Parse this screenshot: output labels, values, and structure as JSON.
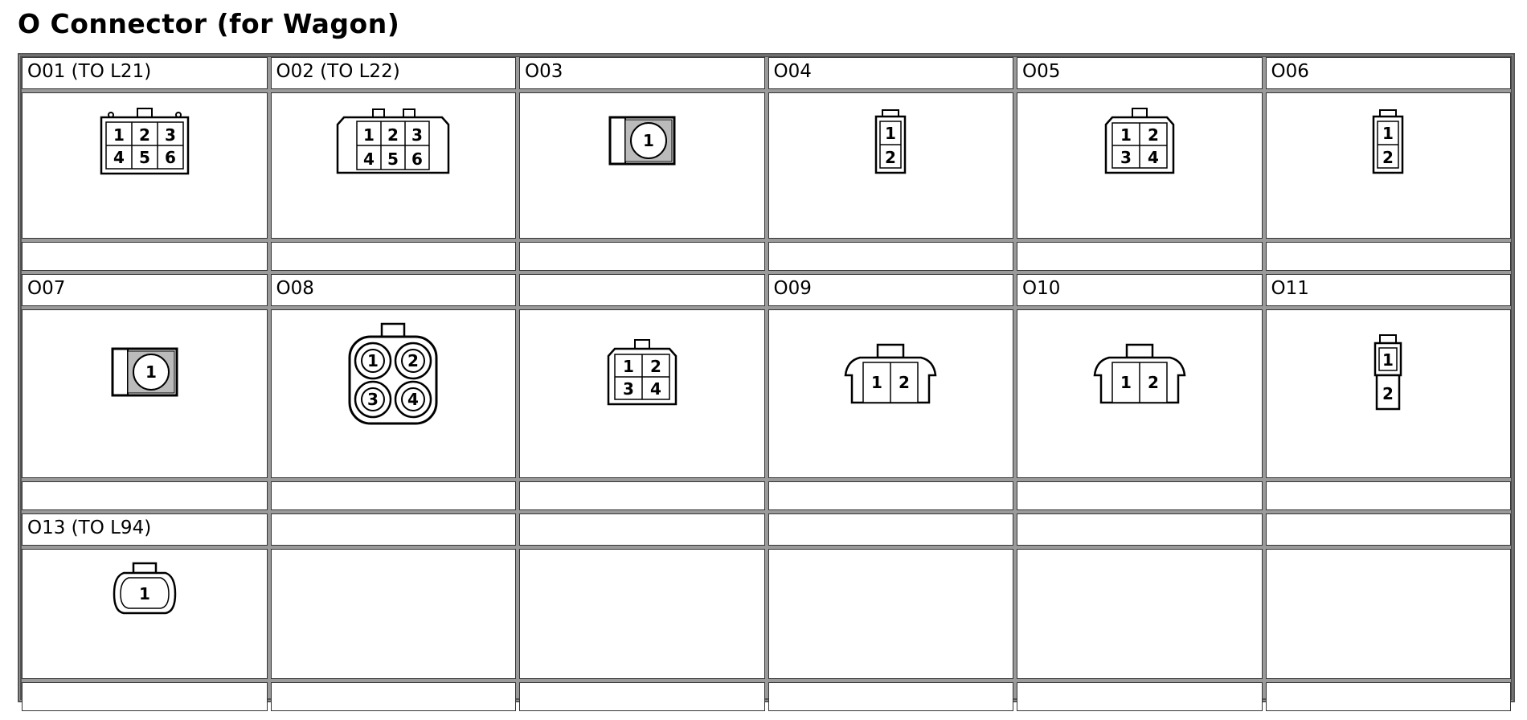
{
  "page_title": "O Connector (for Wagon)",
  "rows": [
    {
      "labels": [
        "O01 (TO L21)",
        "O02 (TO L22)",
        "O03",
        "O04",
        "O05",
        "O06"
      ],
      "connectors": [
        {
          "icon": "connector-6pin-icon",
          "pins": [
            "1",
            "2",
            "3",
            "4",
            "5",
            "6"
          ]
        },
        {
          "icon": "connector-6pin-wide-icon",
          "pins": [
            "1",
            "2",
            "3",
            "4",
            "5",
            "6"
          ]
        },
        {
          "icon": "connector-1pin-square-icon",
          "pins": [
            "1"
          ]
        },
        {
          "icon": "connector-2pin-vertical-icon",
          "pins": [
            "1",
            "2"
          ]
        },
        {
          "icon": "connector-4pin-icon",
          "pins": [
            "1",
            "2",
            "3",
            "4"
          ]
        },
        {
          "icon": "connector-2pin-vertical-icon",
          "pins": [
            "1",
            "2"
          ]
        }
      ]
    },
    {
      "labels": [
        "O07",
        "O08",
        "",
        "O09",
        "O10",
        "O11"
      ],
      "connectors": [
        {
          "icon": "connector-1pin-square-icon",
          "pins": [
            "1"
          ]
        },
        {
          "icon": "connector-4pin-round-icon",
          "pins": [
            "1",
            "2",
            "3",
            "4"
          ]
        },
        {
          "icon": "connector-4pin-icon",
          "pins": [
            "1",
            "2",
            "3",
            "4"
          ]
        },
        {
          "icon": "connector-2pin-horizontal-icon",
          "pins": [
            "1",
            "2"
          ]
        },
        {
          "icon": "connector-2pin-horizontal-icon",
          "pins": [
            "1",
            "2"
          ]
        },
        {
          "icon": "connector-2pin-narrow-icon",
          "pins": [
            "1",
            "2"
          ]
        }
      ]
    },
    {
      "labels": [
        "O13 (TO L94)",
        "",
        "",
        "",
        "",
        ""
      ],
      "connectors": [
        {
          "icon": "connector-1pin-round-icon",
          "pins": [
            "1"
          ]
        }
      ]
    }
  ]
}
